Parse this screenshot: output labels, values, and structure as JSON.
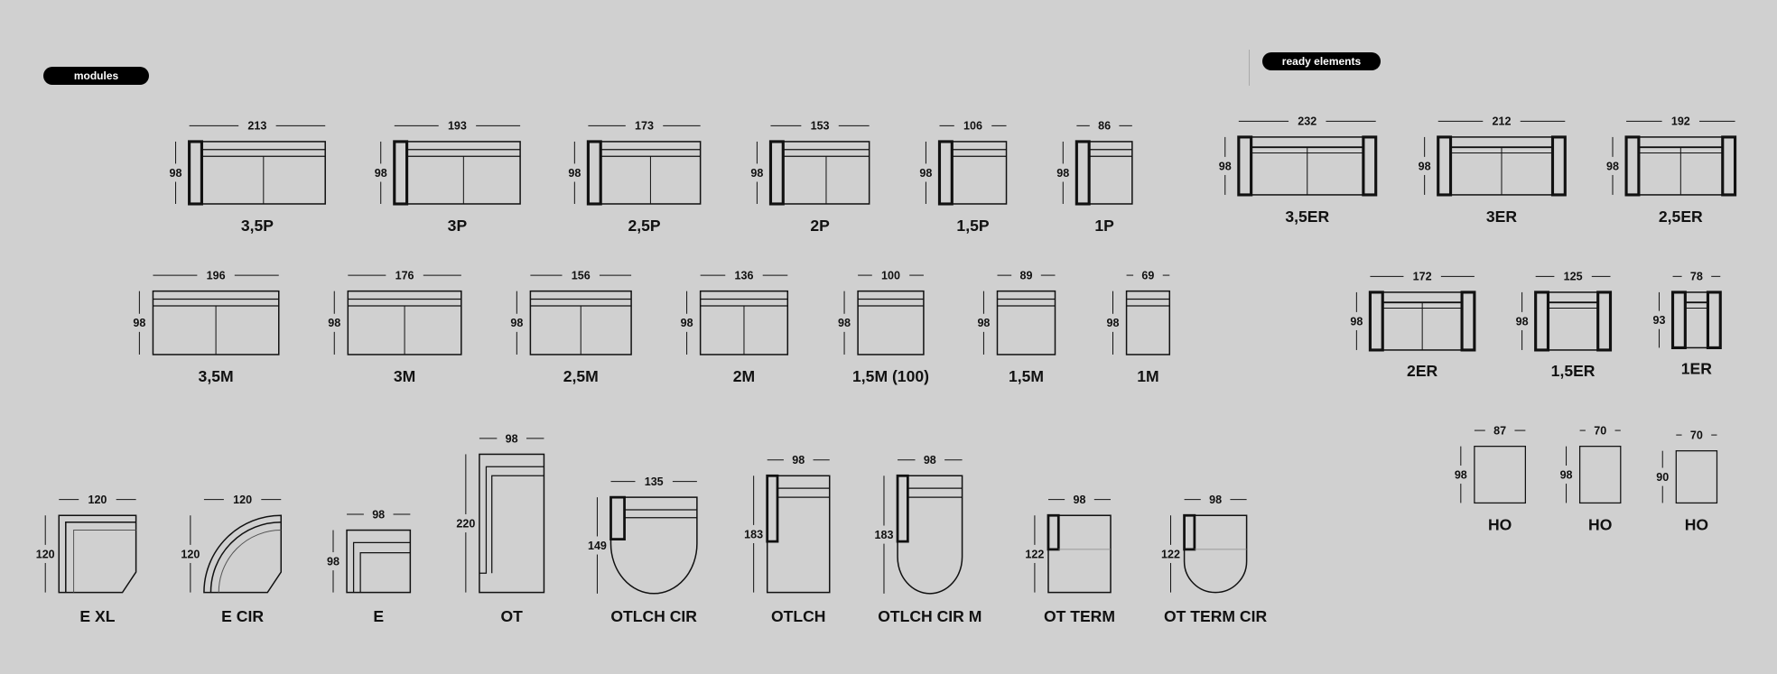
{
  "sections": {
    "modules": "modules",
    "ready_elements": "ready elements"
  },
  "colors": {
    "background": "#d0d0d0",
    "line": "#111111",
    "pill": "#000000"
  },
  "items": [
    {
      "id": "p35",
      "label": "3,5P",
      "width": "213",
      "depth": "98",
      "type": "P",
      "divider": true
    },
    {
      "id": "p3",
      "label": "3P",
      "width": "193",
      "depth": "98",
      "type": "P",
      "divider": true
    },
    {
      "id": "p25",
      "label": "2,5P",
      "width": "173",
      "depth": "98",
      "type": "P",
      "divider": true
    },
    {
      "id": "p2",
      "label": "2P",
      "width": "153",
      "depth": "98",
      "type": "P",
      "divider": true
    },
    {
      "id": "p15",
      "label": "1,5P",
      "width": "106",
      "depth": "98",
      "type": "P",
      "divider": false
    },
    {
      "id": "p1",
      "label": "1P",
      "width": "86",
      "depth": "98",
      "type": "P",
      "divider": false
    },
    {
      "id": "er35",
      "label": "3,5ER",
      "width": "232",
      "depth": "98",
      "type": "ER",
      "divider": true
    },
    {
      "id": "er3",
      "label": "3ER",
      "width": "212",
      "depth": "98",
      "type": "ER",
      "divider": true
    },
    {
      "id": "er25",
      "label": "2,5ER",
      "width": "192",
      "depth": "98",
      "type": "ER",
      "divider": true
    },
    {
      "id": "m35",
      "label": "3,5M",
      "width": "196",
      "depth": "98",
      "type": "M",
      "divider": true
    },
    {
      "id": "m3",
      "label": "3M",
      "width": "176",
      "depth": "98",
      "type": "M",
      "divider": true
    },
    {
      "id": "m25",
      "label": "2,5M",
      "width": "156",
      "depth": "98",
      "type": "M",
      "divider": true
    },
    {
      "id": "m2",
      "label": "2M",
      "width": "136",
      "depth": "98",
      "type": "M",
      "divider": true
    },
    {
      "id": "m15_100",
      "label": "1,5M (100)",
      "width": "100",
      "depth": "98",
      "type": "M",
      "divider": false
    },
    {
      "id": "m15",
      "label": "1,5M",
      "width": "89",
      "depth": "98",
      "type": "M",
      "divider": false
    },
    {
      "id": "m1",
      "label": "1M",
      "width": "69",
      "depth": "98",
      "type": "M",
      "divider": false
    },
    {
      "id": "er2",
      "label": "2ER",
      "width": "172",
      "depth": "98",
      "type": "ER",
      "divider": true
    },
    {
      "id": "er15",
      "label": "1,5ER",
      "width": "125",
      "depth": "98",
      "type": "ER",
      "divider": false
    },
    {
      "id": "er1",
      "label": "1ER",
      "width": "78",
      "depth": "93",
      "type": "ER",
      "divider": false
    },
    {
      "id": "ho1",
      "label": "HO",
      "width": "87",
      "depth": "98",
      "type": "HO"
    },
    {
      "id": "ho2",
      "label": "HO",
      "width": "70",
      "depth": "98",
      "type": "HO"
    },
    {
      "id": "ho3",
      "label": "HO",
      "width": "70",
      "depth": "90",
      "type": "HO"
    },
    {
      "id": "exl",
      "label": "E XL",
      "width": "120",
      "depth": "120",
      "type": "EXL"
    },
    {
      "id": "ecir",
      "label": "E CIR",
      "width": "120",
      "depth": "120",
      "type": "ECIR"
    },
    {
      "id": "e",
      "label": "E",
      "width": "98",
      "depth": "98",
      "type": "E"
    },
    {
      "id": "ot",
      "label": "OT",
      "width": "98",
      "depth": "220",
      "type": "OT"
    },
    {
      "id": "otlchcir",
      "label": "OTLCH CIR",
      "width": "135",
      "depth": "149",
      "type": "OTLCHCIR"
    },
    {
      "id": "otlch",
      "label": "OTLCH",
      "width": "98",
      "depth": "183",
      "type": "OTLCH"
    },
    {
      "id": "otlchcirm",
      "label": "OTLCH CIR M",
      "width": "98",
      "depth": "183",
      "type": "OTLCHCIRM"
    },
    {
      "id": "otterm",
      "label": "OT TERM",
      "width": "98",
      "depth": "122",
      "type": "OTTERM"
    },
    {
      "id": "ottermcir",
      "label": "OT TERM CIR",
      "width": "98",
      "depth": "122",
      "type": "OTTERMCIR"
    }
  ]
}
